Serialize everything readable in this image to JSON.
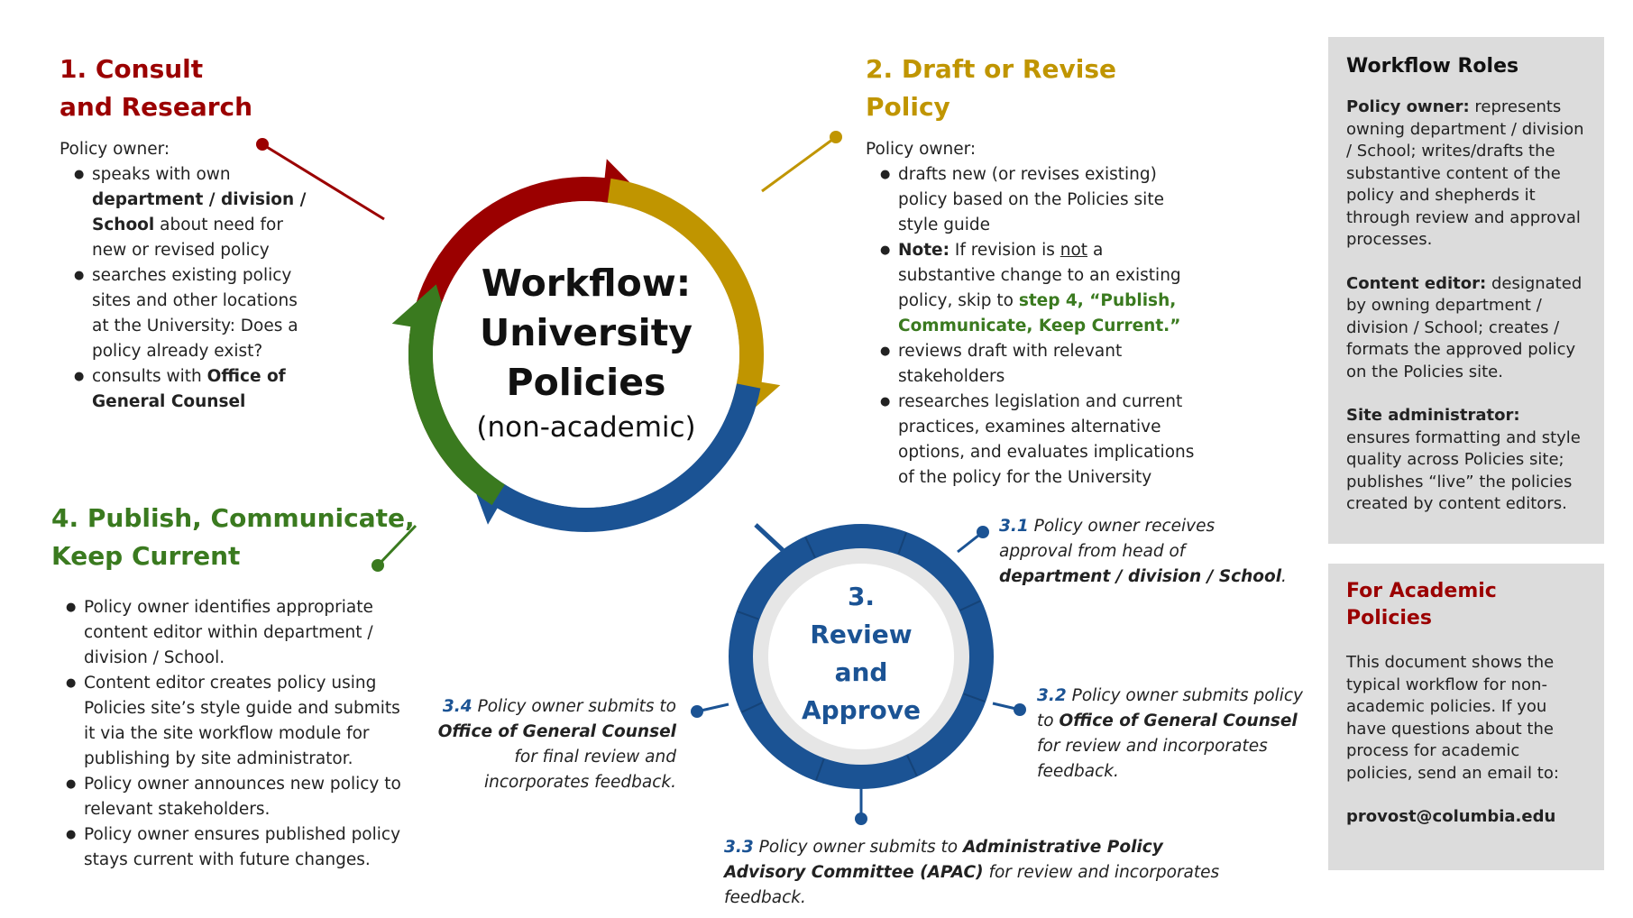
{
  "center": {
    "title_line1": "Workflow:",
    "title_line2": "University",
    "title_line3": "Policies",
    "subtitle": "(non-academic)"
  },
  "step1": {
    "heading_line1": "1. Consult",
    "heading_line2": "and Research",
    "intro": "Policy owner:",
    "b1_pre": "speaks with own",
    "b1_bold": "department / division / School",
    "b1_post": "about need for new or revised policy",
    "b2": "searches existing policy sites and other locations at the University: Does a policy already exist?",
    "b3_pre": "consults with",
    "b3_bold": "Office of General Counsel"
  },
  "step2": {
    "heading": "2. Draft or Revise Policy",
    "intro": "Policy owner:",
    "b1": "drafts new (or revises existing) policy based on the Policies site style guide",
    "b2_note": "Note:",
    "b2_pre": "If revision is",
    "b2_not": "not",
    "b2_mid": "a substantive change to an existing policy, skip to",
    "b2_link": "step 4, “Publish, Communicate, Keep Current.”",
    "b3": "reviews draft with relevant stakeholders",
    "b4": "researches legislation and current practices, examines alternative options, and evaluates implications of the policy for the University"
  },
  "step3": {
    "label_line1": "3.",
    "label_line2": "Review",
    "label_line3": "and",
    "label_line4": "Approve",
    "s1_num": "3.1",
    "s1_pre": "Policy owner receives approval from head of",
    "s1_bold": "department / division / School",
    "s1_post": ".",
    "s2_num": "3.2",
    "s2_pre": "Policy owner submits policy to",
    "s2_bold": "Office of General Counsel",
    "s2_post": "for review and incorporates feedback.",
    "s3_num": "3.3",
    "s3_pre": "Policy owner submits to",
    "s3_bold": "Administrative Policy Advisory Committee (APAC)",
    "s3_post": "for review and incorporates feedback.",
    "s4_num": "3.4",
    "s4_pre": "Policy owner submits to",
    "s4_bold": "Office of General Counsel",
    "s4_post": "for final review and incorporates feedback."
  },
  "step4": {
    "heading_line1": "4. Publish, Communicate,",
    "heading_line2": "Keep Current",
    "b1": "Policy owner identifies appropriate content editor within department / division / School.",
    "b2": "Content editor creates policy using Policies site’s style guide and submits it via the site workflow module for publishing by site administrator.",
    "b3": "Policy owner announces new policy to relevant stakeholders.",
    "b4": "Policy owner ensures published policy stays current with future changes."
  },
  "roles": {
    "title": "Workflow Roles",
    "r1_label": "Policy owner:",
    "r1_text": "represents owning department / division / School; writes/drafts the substantive content of the policy and shepherds it through review and approval processes.",
    "r2_label": "Content editor:",
    "r2_text": "designated by owning department / division / School; creates / formats the approved policy on the Policies site.",
    "r3_label": "Site administrator:",
    "r3_text": "ensures formatting and style quality across Policies site; publishes “live” the policies created by content editors."
  },
  "academic": {
    "title": "For Academic Policies",
    "text": "This document shows the typical workflow for non-academic policies. If you have questions about the process for academic policies, send an email to:",
    "email": "provost@columbia.edu"
  },
  "colors": {
    "red": "#9b0000",
    "gold": "#c09500",
    "blue": "#1b5394",
    "green": "#3a7a1f",
    "panel": "#dcdcdc"
  }
}
